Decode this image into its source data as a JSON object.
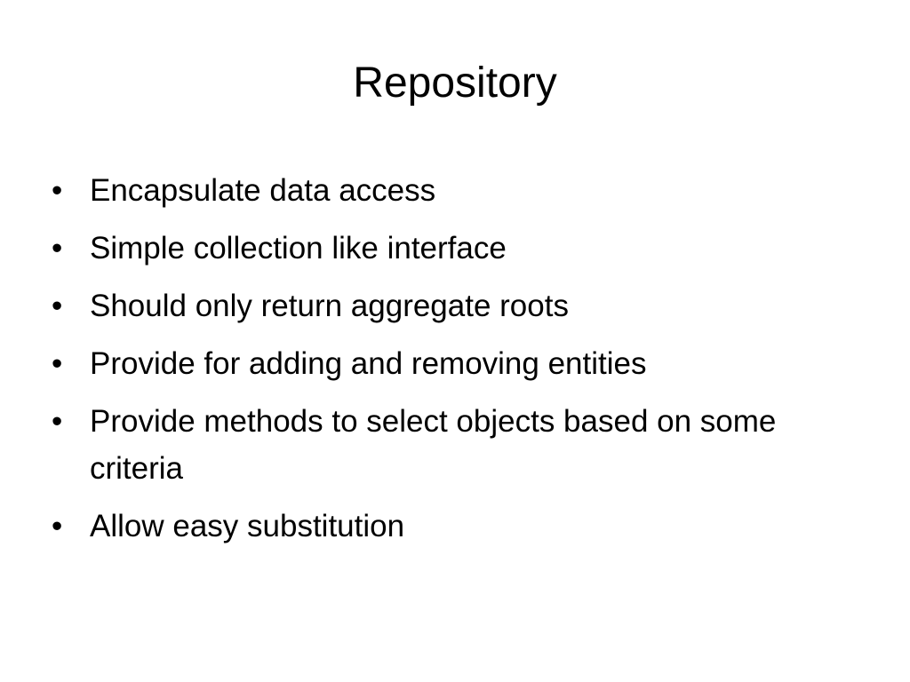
{
  "slide": {
    "title": "Repository",
    "bullet_marker": "•",
    "bullets": [
      "Encapsulate data access",
      "Simple collection like interface",
      "Should only return aggregate roots",
      "Provide for adding and removing entities",
      "Provide methods to select objects based on some criteria",
      "Allow easy substitution"
    ]
  }
}
